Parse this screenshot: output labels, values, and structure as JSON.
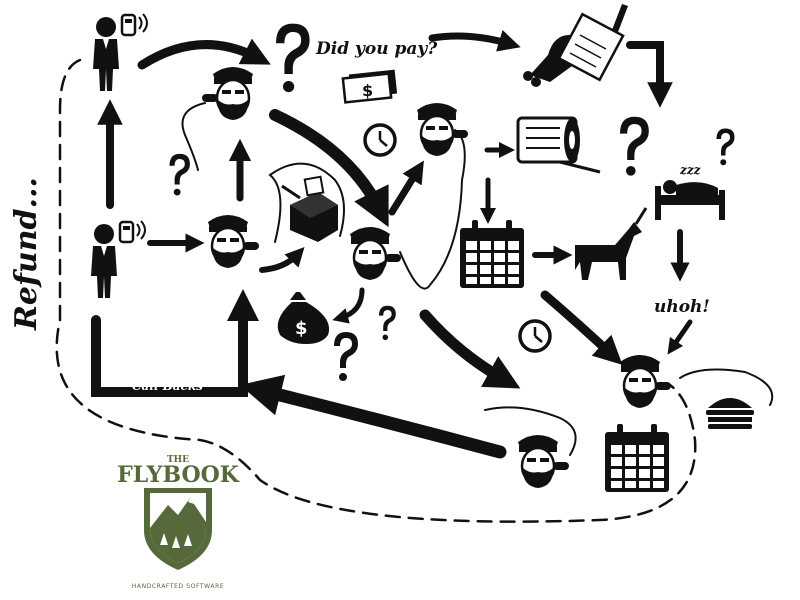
{
  "labels": {
    "refund": "Refund...",
    "did_you_pay": "Did you pay?",
    "call_backs": "Call Backs",
    "uhoh": "uhoh!",
    "zzz": "zzz"
  },
  "logo": {
    "the": "THE",
    "name": "FLYBOOK",
    "tagline": "HANDCRAFTED SOFTWARE"
  },
  "colors": {
    "ink": "#111111",
    "logo_green": "#55693a",
    "background": "#ffffff"
  }
}
